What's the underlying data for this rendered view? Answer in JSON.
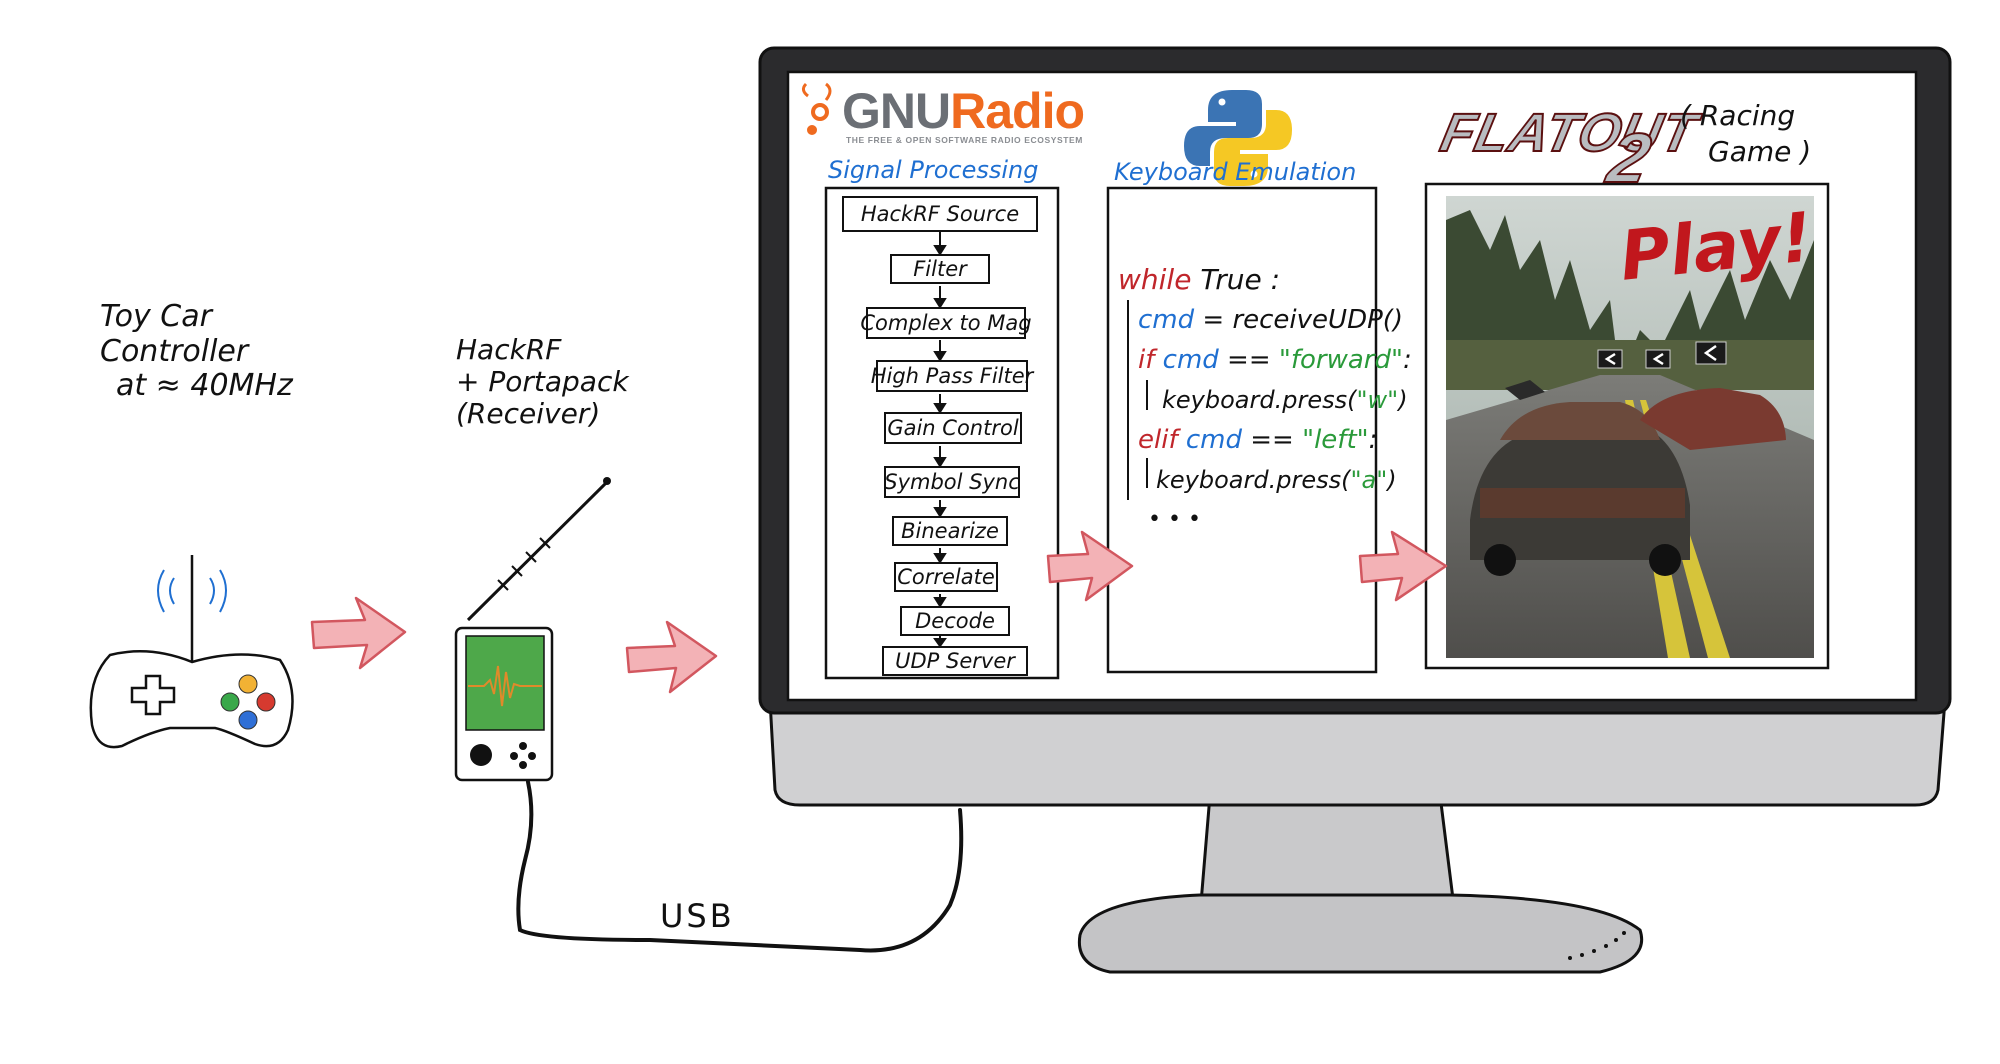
{
  "left_labels": {
    "controller": [
      "Toy Car",
      "Controller",
      "at ≈ 40MHz"
    ],
    "receiver": [
      "HackRF",
      "+ Portapack",
      "(Receiver)"
    ],
    "usb": "USB"
  },
  "gnuradio": {
    "logo_text_1": "GNU",
    "logo_text_2": "Radio",
    "logo_subtitle": "THE FREE & OPEN SOFTWARE RADIO ECOSYSTEM",
    "section_label": "Signal Processing",
    "blocks": [
      "HackRF Source",
      "Filter",
      "Complex to Mag",
      "High Pass Filter",
      "Gain Control",
      "Symbol Sync",
      "Binearize",
      "Correlate",
      "Decode",
      "UDP Server"
    ]
  },
  "python": {
    "section_label": "Keyboard Emulation",
    "code": {
      "line1_kw": "while",
      "line1_rest": " True :",
      "line2_var": "cmd",
      "line2_rest": " = receiveUDP()",
      "line3_kw": "if",
      "line3_var": " cmd",
      "line3_op": " == ",
      "line3_str": "\"forward\"",
      "line3_end": ":",
      "line4_call": "keyboard.press(",
      "line4_str": "\"w\"",
      "line4_end": ")",
      "line5_kw": "elif",
      "line5_var": " cmd",
      "line5_op": " == ",
      "line5_str": "\"left\"",
      "line5_end": ":",
      "line6_call": "keyboard.press(",
      "line6_str": "\"a\"",
      "line6_end": ")",
      "line7": "• • •"
    }
  },
  "game": {
    "logo_text": "FLATOUT",
    "logo_number": "2",
    "caption": [
      "( Racing",
      "Game )"
    ],
    "overlay": "Play!"
  },
  "colors": {
    "arrow_fill": "#f3b2b6",
    "arrow_stroke": "#d2575f",
    "monitor_bezel": "#2a2a2c",
    "monitor_chin": "#cfcfd1",
    "gnu_orange": "#ef6a1f",
    "code_keyword": "#c0262b",
    "code_var": "#1f6fd1",
    "code_string": "#2a9a3a",
    "screen_green": "#4ea84a",
    "wave_orange": "#e08a2a"
  }
}
